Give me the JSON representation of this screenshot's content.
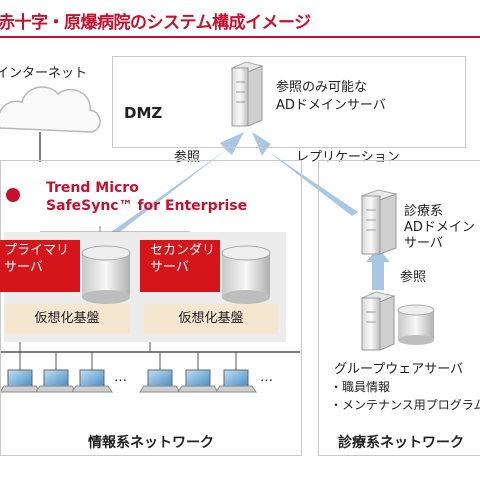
{
  "title": "赤十字・原爆病院のシステム構成イメージ",
  "internet_label": "インターネット",
  "dmz": {
    "label": "DMZ",
    "server_label_1": "参照のみ可能な",
    "server_label_2": "ADドメインサーバ"
  },
  "arrows": {
    "reference_left": "参照",
    "replication": "レプリケーション",
    "reference_right": "参照"
  },
  "info_network": {
    "logo_line1": "Trend Micro",
    "logo_line2": "SafeSync™ for Enterprise",
    "primary_line1": "プライマリ",
    "primary_line2": "サーバ",
    "secondary_line1": "セカンダリ",
    "secondary_line2": "サーバ",
    "virtual_1": "仮想化基盤",
    "virtual_2": "仮想化基盤",
    "ellipsis_1": "…",
    "ellipsis_2": "…",
    "label": "情報系ネットワーク"
  },
  "medical_network": {
    "ad_line1": "診療系",
    "ad_line2": "ADドメイン",
    "ad_line3": "サーバ",
    "groupware": "グループウェアサーバ",
    "item1": "・職員情報",
    "item2": "・メンテナンス用プログラム",
    "label": "診療系ネットワーク"
  },
  "colors": {
    "accent_red": "#c8102e",
    "arrow_blue": "#a9c7e3",
    "panel_gray": "#f3f3f3",
    "beige": "#f5e6cf"
  }
}
